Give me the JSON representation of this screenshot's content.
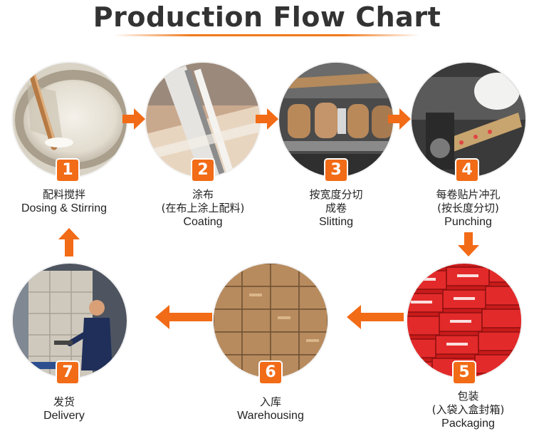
{
  "title": "Production Flow Chart",
  "accent_color": "#f26b16",
  "steps": [
    {
      "number": "1",
      "cn": "配料搅拌",
      "cn2": "",
      "en": "Dosing & Stirring",
      "image": "paint-mixing-bucket-photo"
    },
    {
      "number": "2",
      "cn": "涂布",
      "cn2": "(在布上涂上配料)",
      "en": "Coating",
      "image": "coating-roller-photo"
    },
    {
      "number": "3",
      "cn": "按宽度分切",
      "cn2": "成卷",
      "en": "Slitting",
      "image": "slitting-rolls-photo"
    },
    {
      "number": "4",
      "cn": "每卷贴片冲孔",
      "cn2": "(按长度分切)",
      "en": "Punching",
      "image": "punching-machine-photo"
    },
    {
      "number": "5",
      "cn": "包装",
      "cn2": "(入袋入盒封箱)",
      "en": "Packaging",
      "image": "red-boxes-photo"
    },
    {
      "number": "6",
      "cn": "入库",
      "cn2": "",
      "en": "Warehousing",
      "image": "stacked-cartons-photo"
    },
    {
      "number": "7",
      "cn": "发货",
      "cn2": "",
      "en": "Delivery",
      "image": "container-loading-photo"
    }
  ]
}
